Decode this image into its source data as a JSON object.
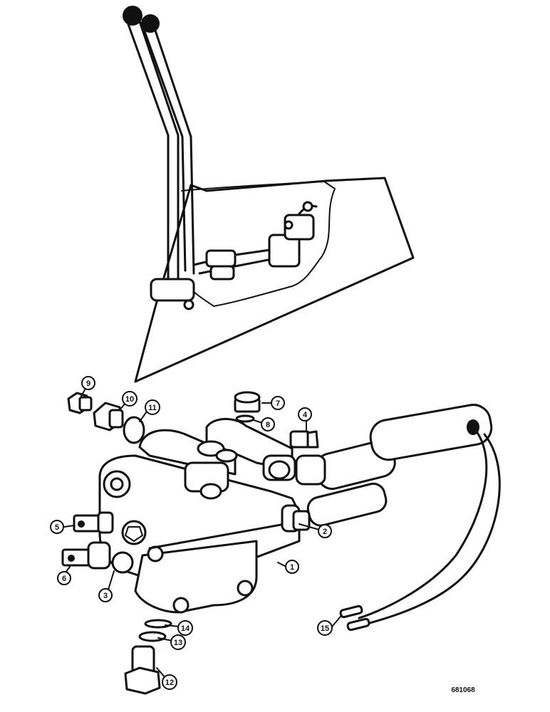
{
  "callouts": [
    {
      "label": "1"
    },
    {
      "label": "2"
    },
    {
      "label": "3"
    },
    {
      "label": "4"
    },
    {
      "label": "5"
    },
    {
      "label": "6"
    },
    {
      "label": "7"
    },
    {
      "label": "8"
    },
    {
      "label": "9"
    },
    {
      "label": "10"
    },
    {
      "label": "11"
    },
    {
      "label": "12"
    },
    {
      "label": "13"
    },
    {
      "label": "14"
    },
    {
      "label": "15"
    }
  ],
  "drawing_code": "681068"
}
